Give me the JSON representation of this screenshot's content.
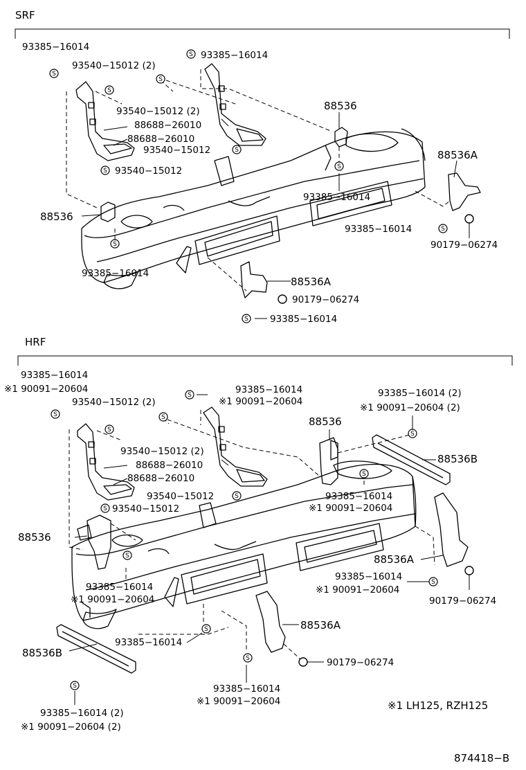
{
  "sections": {
    "top": "SRF",
    "bottom": "HRF"
  },
  "srf_labels": [
    "93385−16014",
    "93540−15012 (2)",
    "93385−16014",
    "93540−15012 (2)",
    "88688−26010",
    "88688−26010",
    "93540−15012",
    "93540−15012",
    "88536",
    "88536A",
    "88536",
    "93385−16014",
    "93385−16014",
    "90179−06274",
    "93385−16014",
    "88536A",
    "90179−06274",
    "93385−16014"
  ],
  "hrf_labels": [
    "93385−16014",
    "※1 90091−20604",
    "93540−15012 (2)",
    "93385−16014",
    "※1 90091−20604",
    "93385−16014 (2)",
    "※1 90091−20604 (2)",
    "93540−15012 (2)",
    "88688−26010",
    "88688−26010",
    "88536",
    "88536B",
    "93540−15012",
    "93385−16014",
    "※1 90091−20604",
    "93540−15012",
    "88536",
    "88536A",
    "93385−16014",
    "※1 90091−20604",
    "93385−16014",
    "※1 90091−20604",
    "90179−06274",
    "93385−16014",
    "88536A",
    "88536B",
    "90179−06274",
    "93385−16014",
    "※1 90091−20604",
    "93385−16014 (2)",
    "※1 90091−20604 (2)"
  ],
  "washer_symbol": "S",
  "footnote": "※1  LH125, RZH125",
  "diagram_number": "874418−B",
  "icons": [
    "washer-icon",
    "nut-icon",
    "bracket-icon",
    "frame-icon"
  ]
}
